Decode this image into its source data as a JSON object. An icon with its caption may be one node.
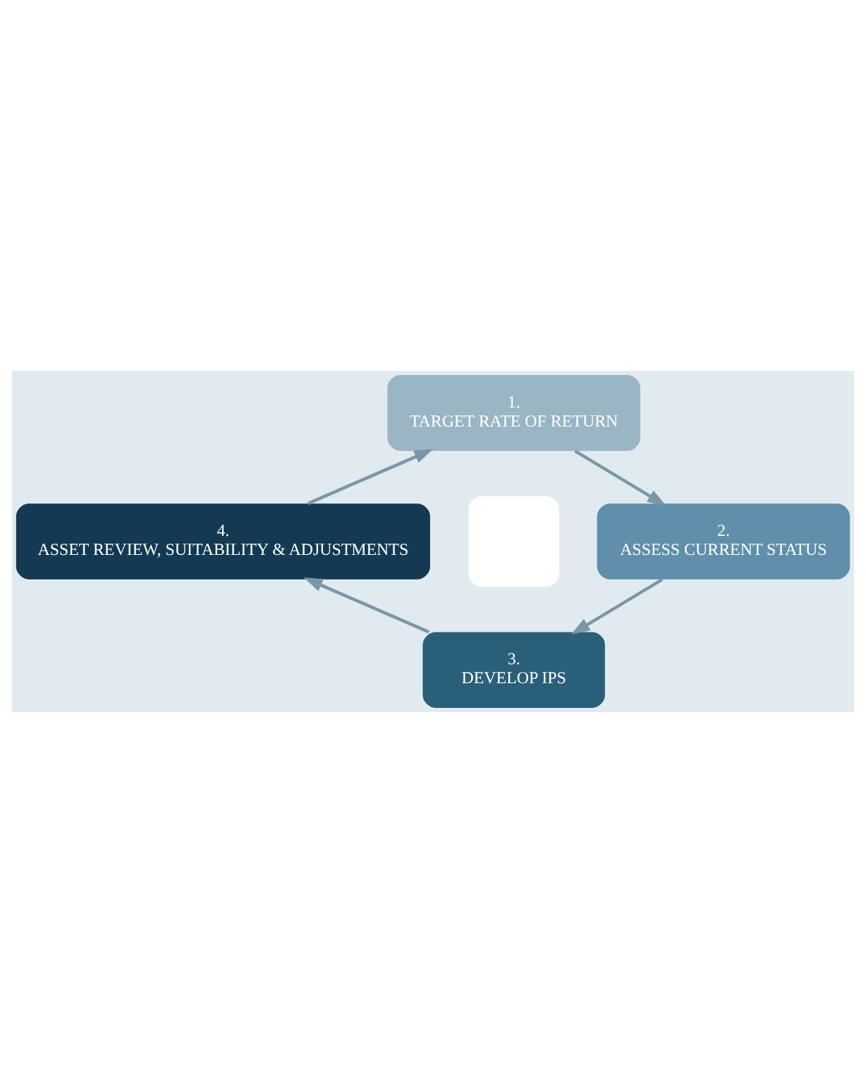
{
  "diagram": {
    "nodes": [
      {
        "text": [
          "1.",
          "TARGET RATE OF RETURN"
        ]
      },
      {
        "text": [
          "2.",
          "ASSESS CURRENT STATUS"
        ]
      },
      {
        "text": [
          "3.",
          "DEVELOP IPS"
        ]
      },
      {
        "text": [
          "4.",
          "ASSET REVIEW, SUITABILITY & ADJUSTMENTS"
        ]
      },
      {
        "text": [],
        "shape": "box"
      }
    ],
    "edges": [
      {
        "from": 0,
        "to": 1,
        "arrow": "to"
      },
      {
        "from": 1,
        "to": 2,
        "arrow": "to"
      },
      {
        "from": 2,
        "to": 3,
        "arrow": "to"
      },
      {
        "from": 3,
        "to": 0,
        "arrow": "to"
      }
    ]
  }
}
